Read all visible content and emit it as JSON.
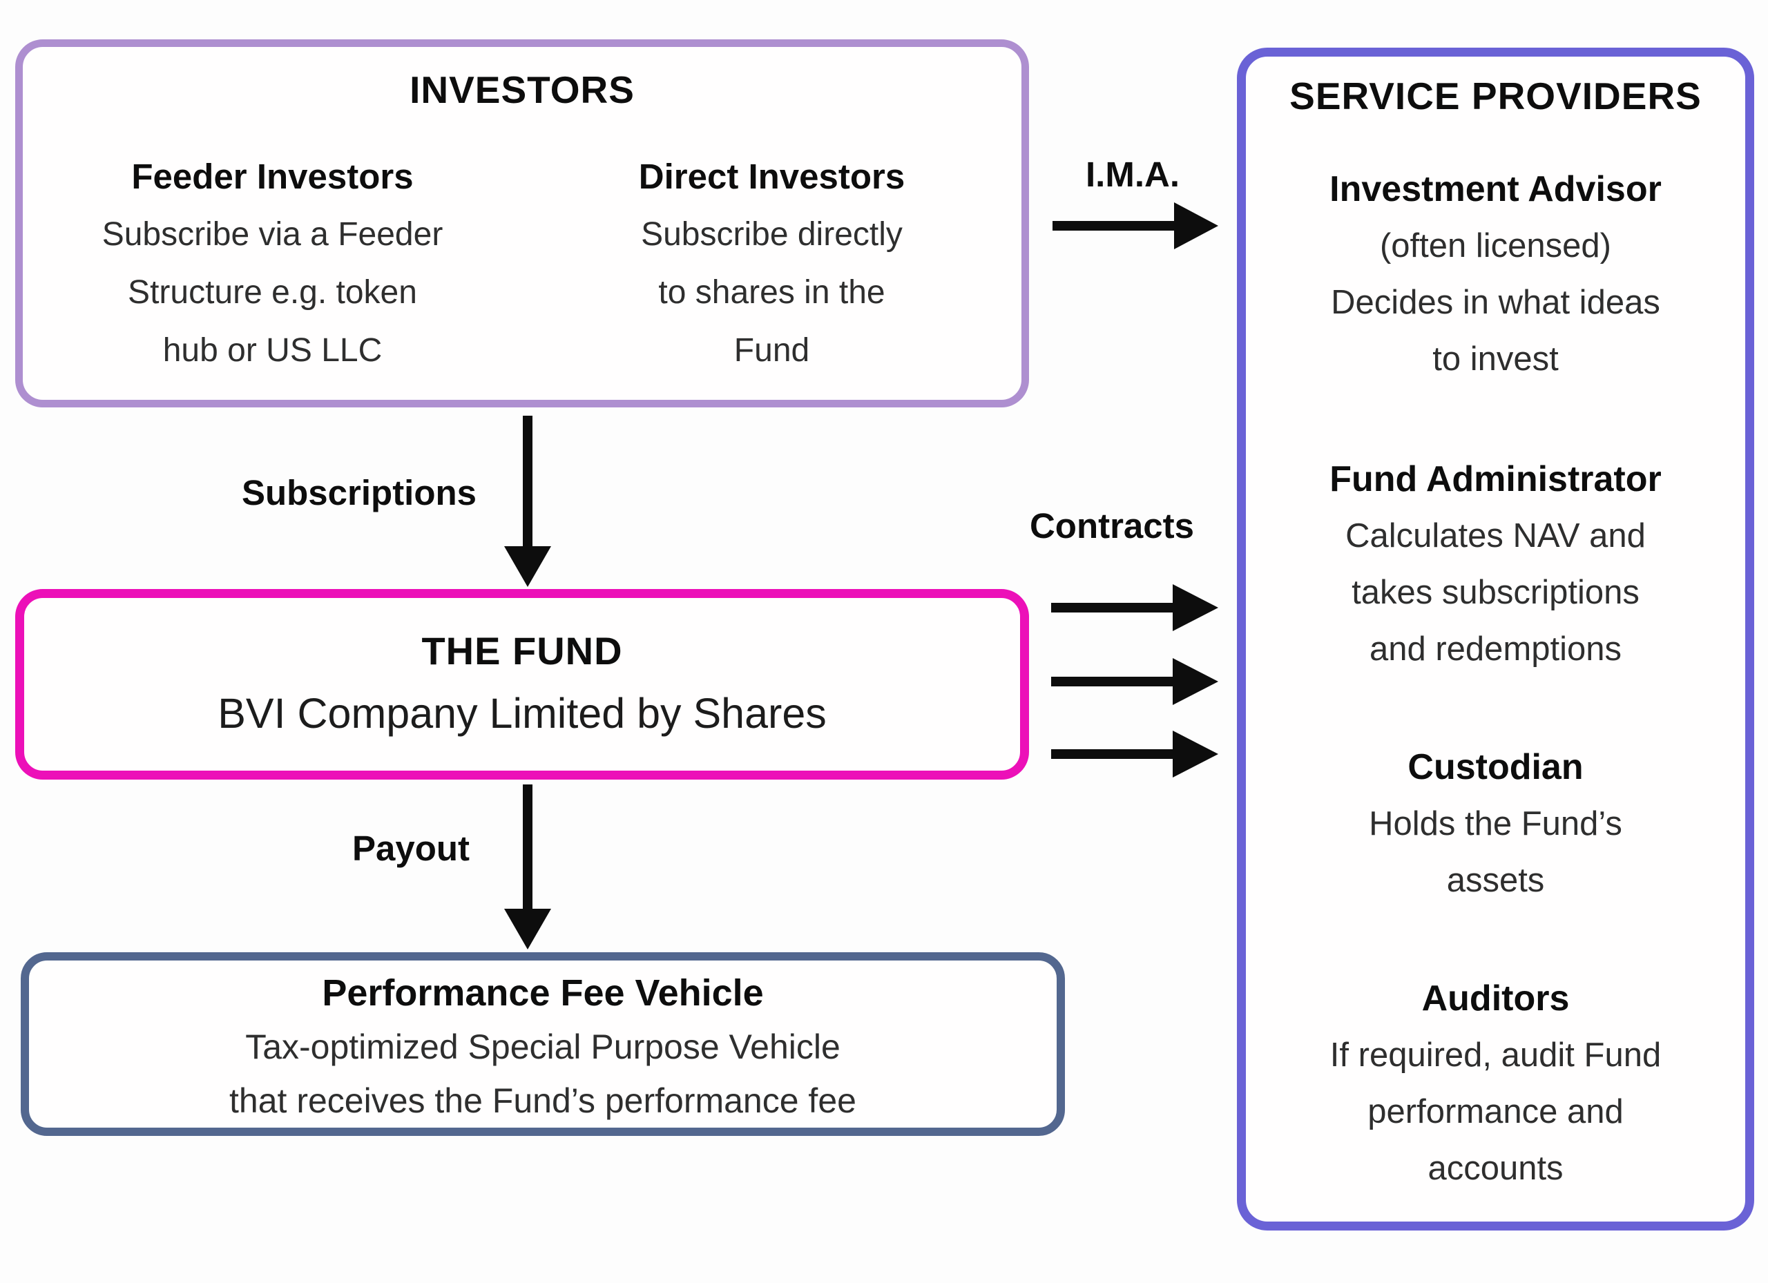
{
  "investors": {
    "title": "INVESTORS",
    "feeder": {
      "heading": "Feeder Investors",
      "lines": [
        "Subscribe via a Feeder",
        "Structure e.g. token",
        "hub or US LLC"
      ]
    },
    "direct": {
      "heading": "Direct Investors",
      "lines": [
        "Subscribe directly",
        "to shares in the",
        "Fund"
      ]
    }
  },
  "fund": {
    "heading": "THE FUND",
    "subheading": "BVI Company Limited by Shares"
  },
  "performance_fee_vehicle": {
    "heading": "Performance Fee Vehicle",
    "lines": [
      "Tax-optimized Special Purpose Vehicle",
      "that receives the Fund’s performance fee"
    ]
  },
  "service_providers": {
    "title": "SERVICE PROVIDERS",
    "entries": [
      {
        "title": "Investment Advisor",
        "lines": [
          "(often licensed)",
          "Decides in what ideas",
          "to invest"
        ]
      },
      {
        "title": "Fund Administrator",
        "lines": [
          "Calculates NAV and",
          "takes subscriptions",
          "and redemptions"
        ]
      },
      {
        "title": "Custodian",
        "lines": [
          "Holds the Fund’s",
          "assets"
        ]
      },
      {
        "title": "Auditors",
        "lines": [
          "If required, audit Fund",
          "performance and",
          "accounts"
        ]
      }
    ]
  },
  "arrow_labels": {
    "subscriptions": "Subscriptions",
    "payout": "Payout",
    "ima": "I.M.A.",
    "contracts": "Contracts"
  },
  "colors": {
    "investors_border": "#ae8fd0",
    "fund_border": "#ec10b8",
    "performance_fee_vehicle_border": "#53678f",
    "service_providers_border": "#6a62d6",
    "arrow": "#0d0d0d",
    "background": "#fdfdfd"
  }
}
